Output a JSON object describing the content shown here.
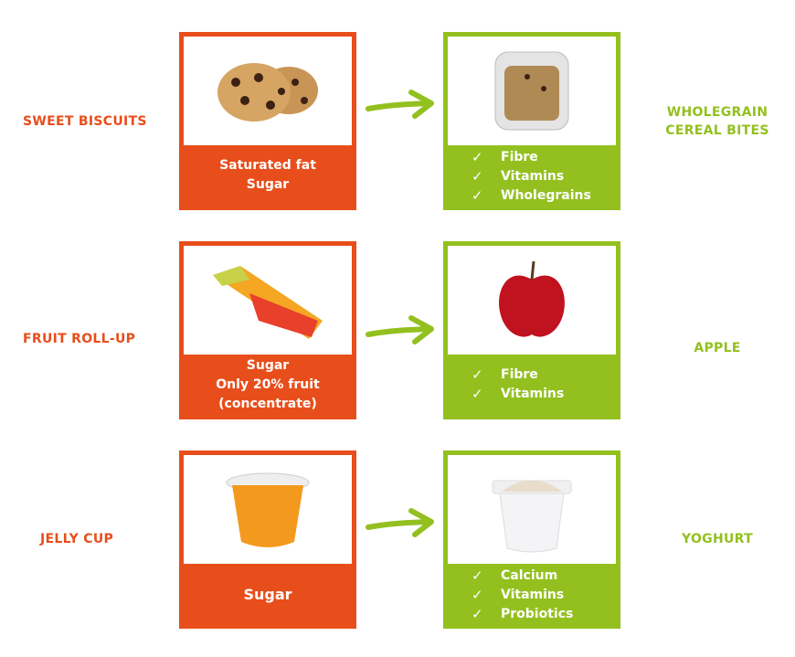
{
  "colors": {
    "unhealthy": "#e84e1b",
    "healthy": "#93c01f"
  },
  "rows": [
    {
      "unhealthy": {
        "name": "SWEET BISCUITS",
        "image": "cookies",
        "concerns": [
          "Saturated fat",
          "Sugar"
        ]
      },
      "healthy": {
        "name_lines": [
          "WHOLEGRAIN",
          "CEREAL BITES"
        ],
        "image": "cereal-container",
        "benefits": [
          "Fibre",
          "Vitamins",
          "Wholegrains"
        ]
      }
    },
    {
      "unhealthy": {
        "name": "FRUIT ROLL-UP",
        "image": "fruit-roll-up",
        "concerns": [
          "Sugar",
          "Only 20% fruit",
          "(concentrate)"
        ]
      },
      "healthy": {
        "name_lines": [
          "APPLE"
        ],
        "image": "apple",
        "benefits": [
          "Fibre",
          "Vitamins"
        ]
      }
    },
    {
      "unhealthy": {
        "name": "JELLY CUP",
        "image": "jelly-cup",
        "concerns": [
          "Sugar"
        ]
      },
      "healthy": {
        "name_lines": [
          "YOGHURT"
        ],
        "image": "yoghurt-cup",
        "benefits": [
          "Calcium",
          "Vitamins",
          "Probiotics"
        ]
      }
    }
  ],
  "check_mark": "✓"
}
